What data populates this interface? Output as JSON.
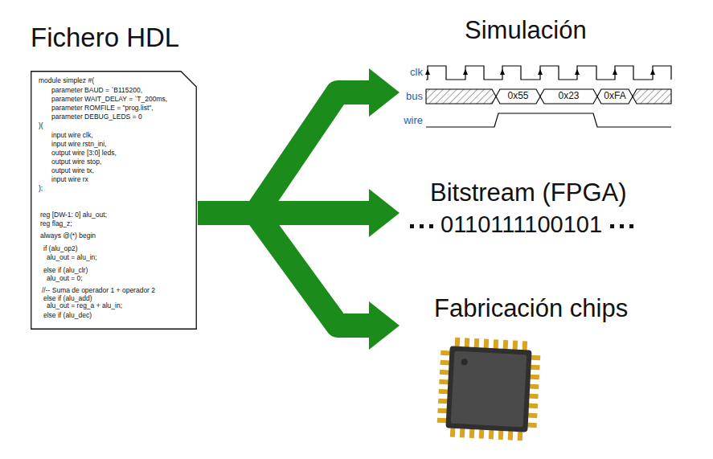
{
  "diagram": {
    "nodes": [
      {
        "text": [
          "Fichero HDL",
          "module simplez  #(",
          "parameter BAUD = `B115200,",
          "parameter WAIT_DELAY = `T_200ms,",
          "parameter ROMFILE = \"prog.list\",",
          "parameter DEBUG_LEDS = 0",
          ")(",
          "input wire clk,",
          "input wire rstn_ini,",
          "output wire [3:0] leds,",
          "output wire stop,",
          "output wire tx,",
          "input wire rx",
          ");",
          "reg [DW-1: 0] alu_out;",
          "reg flag_z;",
          "always @(*) begin",
          "if (alu_op2)",
          "alu_out = alu_in;",
          "else if (alu_clr)",
          "alu_out = 0;",
          "//-- Suma de operador 1 + operador 2",
          "else if (alu_add)",
          "alu_out = reg_a + alu_in;",
          "else if (alu_dec)"
        ]
      },
      {
        "text": [
          "Simulación"
        ]
      },
      {
        "text": [
          "Bitstream (FPGA)",
          "0110111100101"
        ]
      },
      {
        "text": [
          "Fabricación chips"
        ]
      }
    ],
    "edges": [
      {
        "from": 0,
        "to": 1,
        "arrow": "to"
      },
      {
        "from": 0,
        "to": 2,
        "arrow": "to"
      },
      {
        "from": 0,
        "to": 3,
        "arrow": "to"
      }
    ],
    "labels": [
      "clk",
      "bus",
      "wire",
      "0x55",
      "0x23",
      "0xFA"
    ]
  }
}
